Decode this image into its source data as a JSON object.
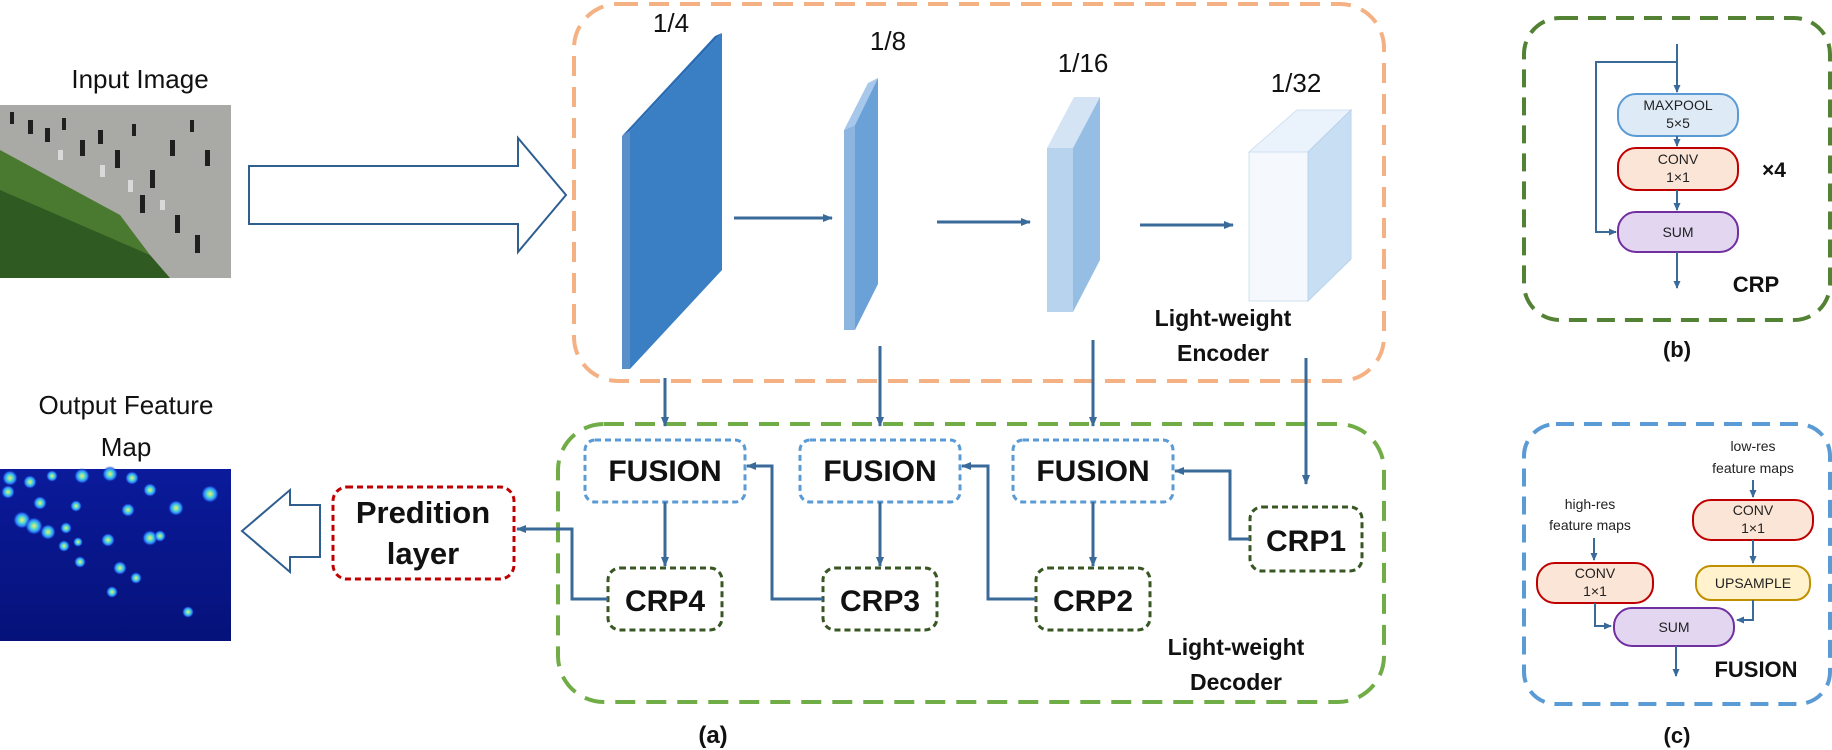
{
  "input": {
    "label": "Input Image"
  },
  "output": {
    "label_line1": "Output Feature",
    "label_line2": "Map"
  },
  "encoder": {
    "scales": [
      "1/4",
      "1/8",
      "1/16",
      "1/32"
    ],
    "label_line1": "Light-weight",
    "label_line2": "Encoder"
  },
  "decoder": {
    "fusion_label": "FUSION",
    "crp_labels": [
      "CRP1",
      "CRP2",
      "CRP3",
      "CRP4"
    ],
    "label_line1": "Light-weight",
    "label_line2": "Decoder"
  },
  "prediction": {
    "line1": "Predition",
    "line2": "layer"
  },
  "captions": {
    "a": "(a)",
    "b": "(b)",
    "c": "(c)"
  },
  "crp_panel": {
    "maxpool_line1": "MAXPOOL",
    "maxpool_line2": "5×5",
    "conv_line1": "CONV",
    "conv_line2": "1×1",
    "sum": "SUM",
    "repeat": "×4",
    "title": "CRP"
  },
  "fusion_panel": {
    "lowres_line1": "low-res",
    "lowres_line2": "feature maps",
    "highres_line1": "high-res",
    "highres_line2": "feature maps",
    "conv_line1": "CONV",
    "conv_line2": "1×1",
    "upsample": "UPSAMPLE",
    "sum": "SUM",
    "title": "FUSION"
  },
  "colors": {
    "encoder_border": "#f4b183",
    "decoder_border": "#70ad47",
    "crp_border": "#548235",
    "fusion_border": "#5b9bd5",
    "fusion_box_border": "#5b9bd5",
    "crp_box_border": "#385723",
    "prediction_border": "#c00000",
    "arrow": "#3a6a99"
  }
}
